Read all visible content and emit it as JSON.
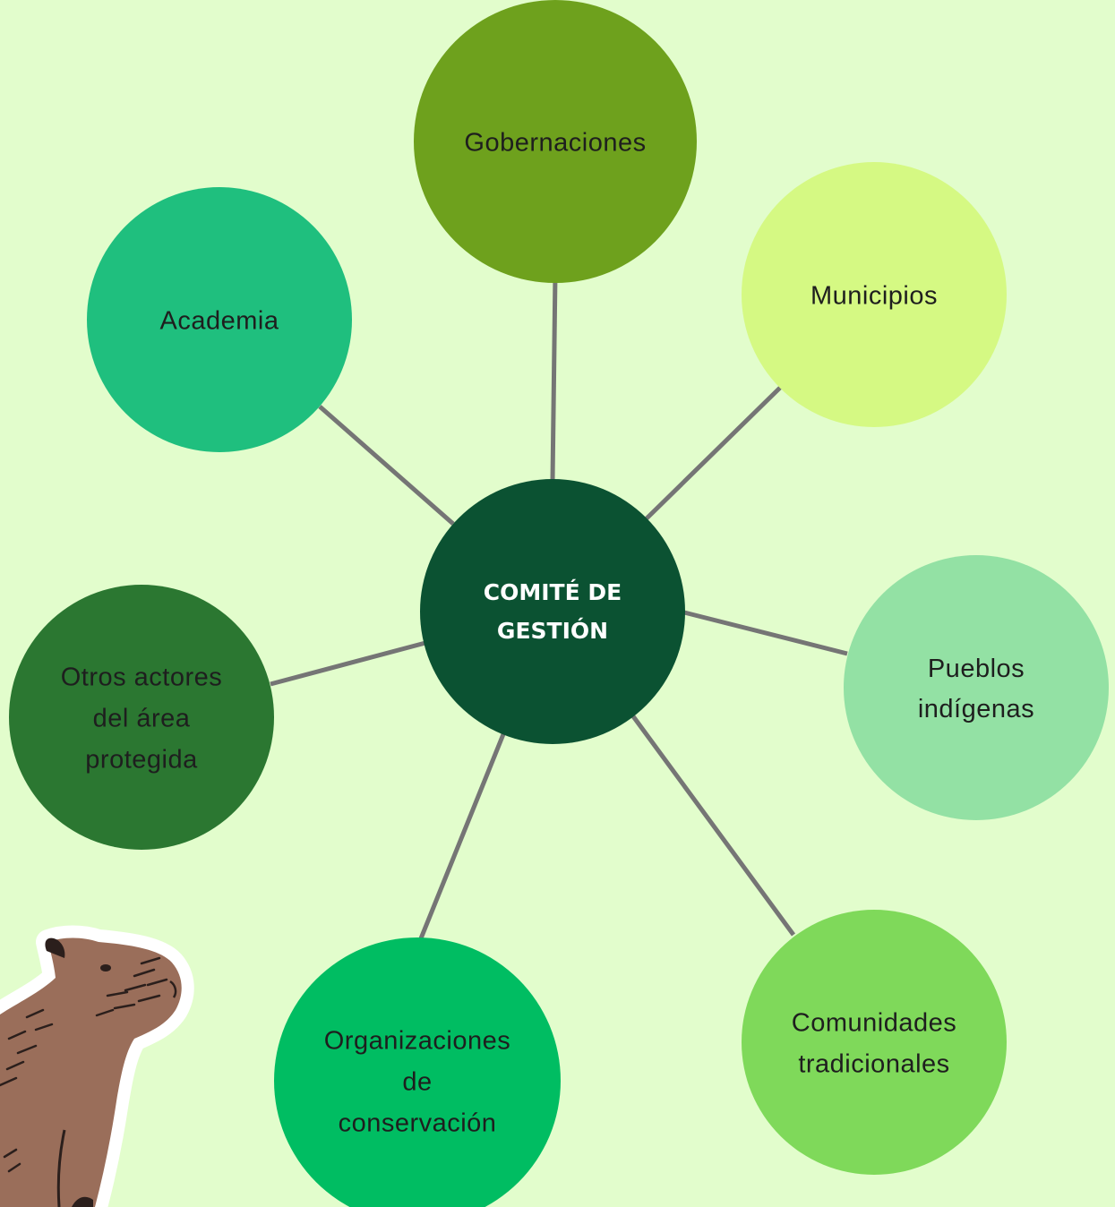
{
  "colors": {
    "background": "#e2fdcc",
    "connector": "#757575",
    "center": "#0b5232",
    "capybara_fur": "#9a6e5a",
    "capybara_outline": "#ffffff",
    "capybara_detail": "#2b1f1c"
  },
  "center": {
    "label_lines": [
      "COMITÉ DE",
      "GESTIÓN"
    ]
  },
  "nodes": [
    {
      "id": "gobernaciones",
      "lines": [
        "Gobernaciones"
      ],
      "color": "#6ea11d"
    },
    {
      "id": "municipios",
      "lines": [
        "Municipios"
      ],
      "color": "#d5f983"
    },
    {
      "id": "pueblos-indigenas",
      "lines": [
        "Pueblos",
        "indígenas"
      ],
      "color": "#93e1a4"
    },
    {
      "id": "comunidades-tradicionales",
      "lines": [
        "Comunidades",
        "tradicionales"
      ],
      "color": "#7fd95a"
    },
    {
      "id": "organizaciones-conservacion",
      "lines": [
        "Organizaciones",
        "de",
        "conservación"
      ],
      "color": "#00bd62"
    },
    {
      "id": "otros-actores",
      "lines": [
        "Otros actores",
        "del área",
        "protegida"
      ],
      "color": "#2b7731"
    },
    {
      "id": "academia",
      "lines": [
        "Academia"
      ],
      "color": "#1fbf7e"
    }
  ],
  "illustration": {
    "icon": "capybara-illustration"
  }
}
